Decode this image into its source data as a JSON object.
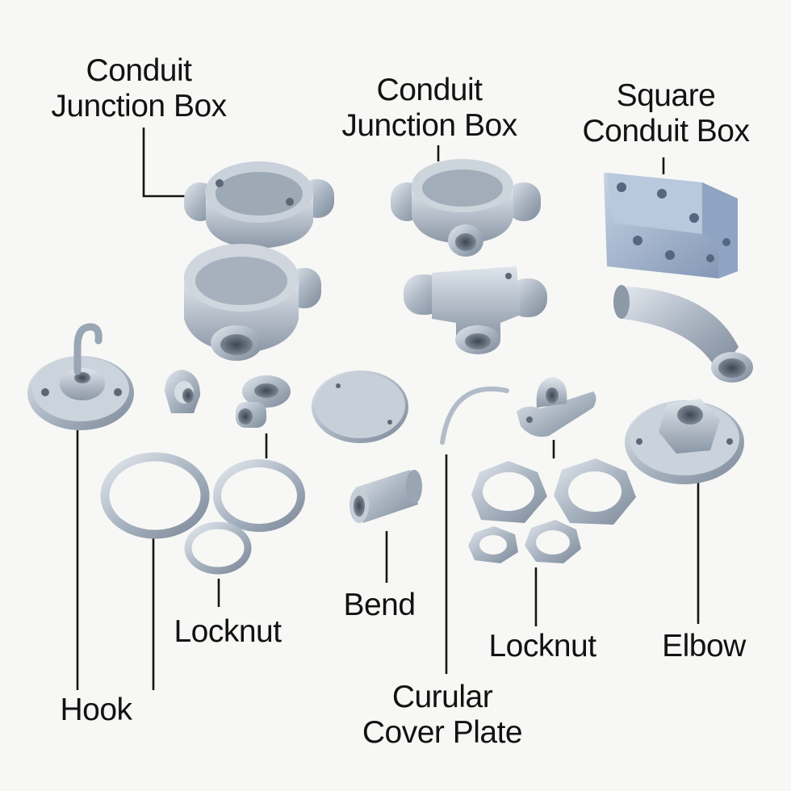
{
  "labels": {
    "junction_box_left": [
      "Conduit",
      "Junction Box"
    ],
    "junction_box_center": [
      "Conduit",
      "Junction Box"
    ],
    "square_box": [
      "Square",
      "Conduit Box"
    ],
    "hook": "Hook",
    "locknut_left": "Locknut",
    "bend": "Bend",
    "cover_plate": [
      "Curular",
      "Cover Plate"
    ],
    "locknut_right": "Locknut",
    "elbow": "Elbow"
  },
  "colors": {
    "background": "#f7f7f5",
    "metal_light": "#d4dbe3",
    "metal_mid": "#a9b4c1",
    "metal_dark": "#6f7c8c",
    "square_box_blue": "#8fa4c2",
    "leader_line": "#151515",
    "text": "#121212"
  }
}
